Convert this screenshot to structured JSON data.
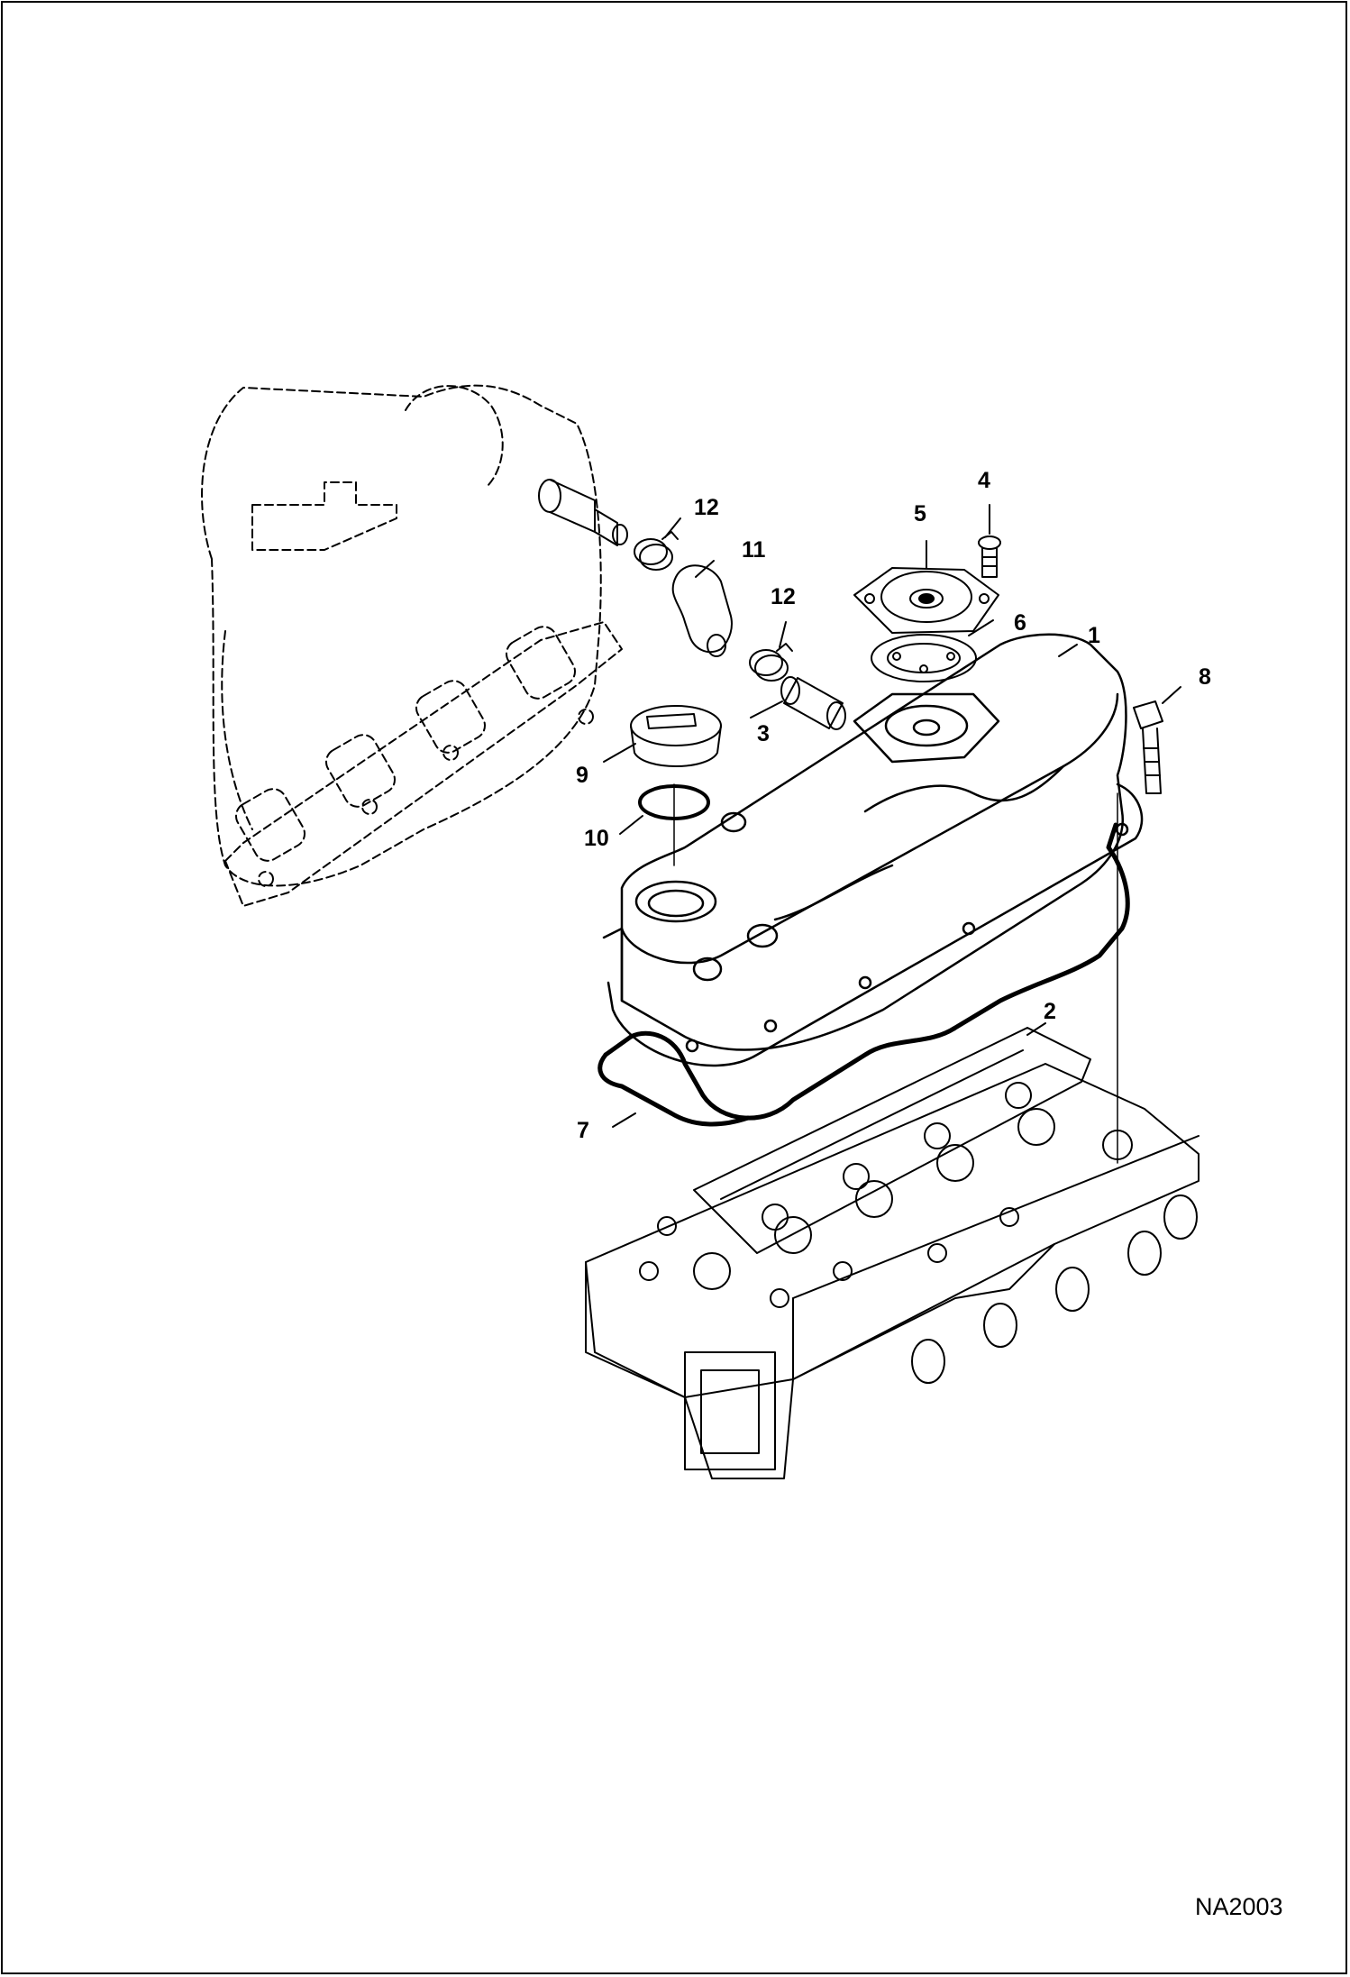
{
  "figure_code": "NA2003",
  "callouts": [
    "1",
    "2",
    "3",
    "4",
    "5",
    "6",
    "7",
    "8",
    "9",
    "10",
    "11",
    "12",
    "12"
  ],
  "colors": {
    "line": "#000000",
    "background": "#ffffff"
  }
}
